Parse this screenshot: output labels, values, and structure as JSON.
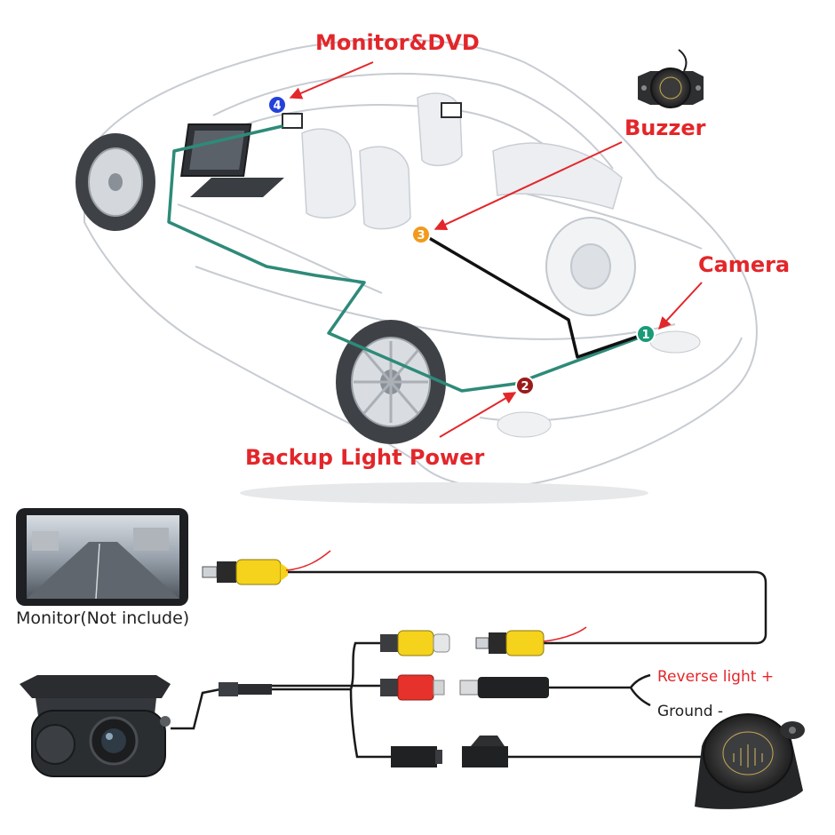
{
  "labels": {
    "monitor_dvd": "Monitor&DVD",
    "buzzer": "Buzzer",
    "camera": "Camera",
    "backup_light_power": "Backup Light Power",
    "monitor_note": "Monitor(Not include)",
    "reverse_light": "Reverse light +",
    "ground": "Ground -"
  },
  "points": [
    {
      "number": "1",
      "color": "#1a9b78"
    },
    {
      "number": "2",
      "color": "#9b1b1b"
    },
    {
      "number": "3",
      "color": "#f29a1c"
    },
    {
      "number": "4",
      "color": "#2442d9"
    }
  ],
  "colors": {
    "accent_red": "#e3262a",
    "wire_teal": "#2e8a79",
    "wire_black": "#111111",
    "rca_yellow": "#f5d21b",
    "power_red": "#e6322a"
  },
  "icons": {
    "buzzer_top": "buzzer-icon",
    "monitor": "monitor-icon",
    "camera": "camera-icon",
    "buzzer_bottom": "buzzer-icon"
  }
}
